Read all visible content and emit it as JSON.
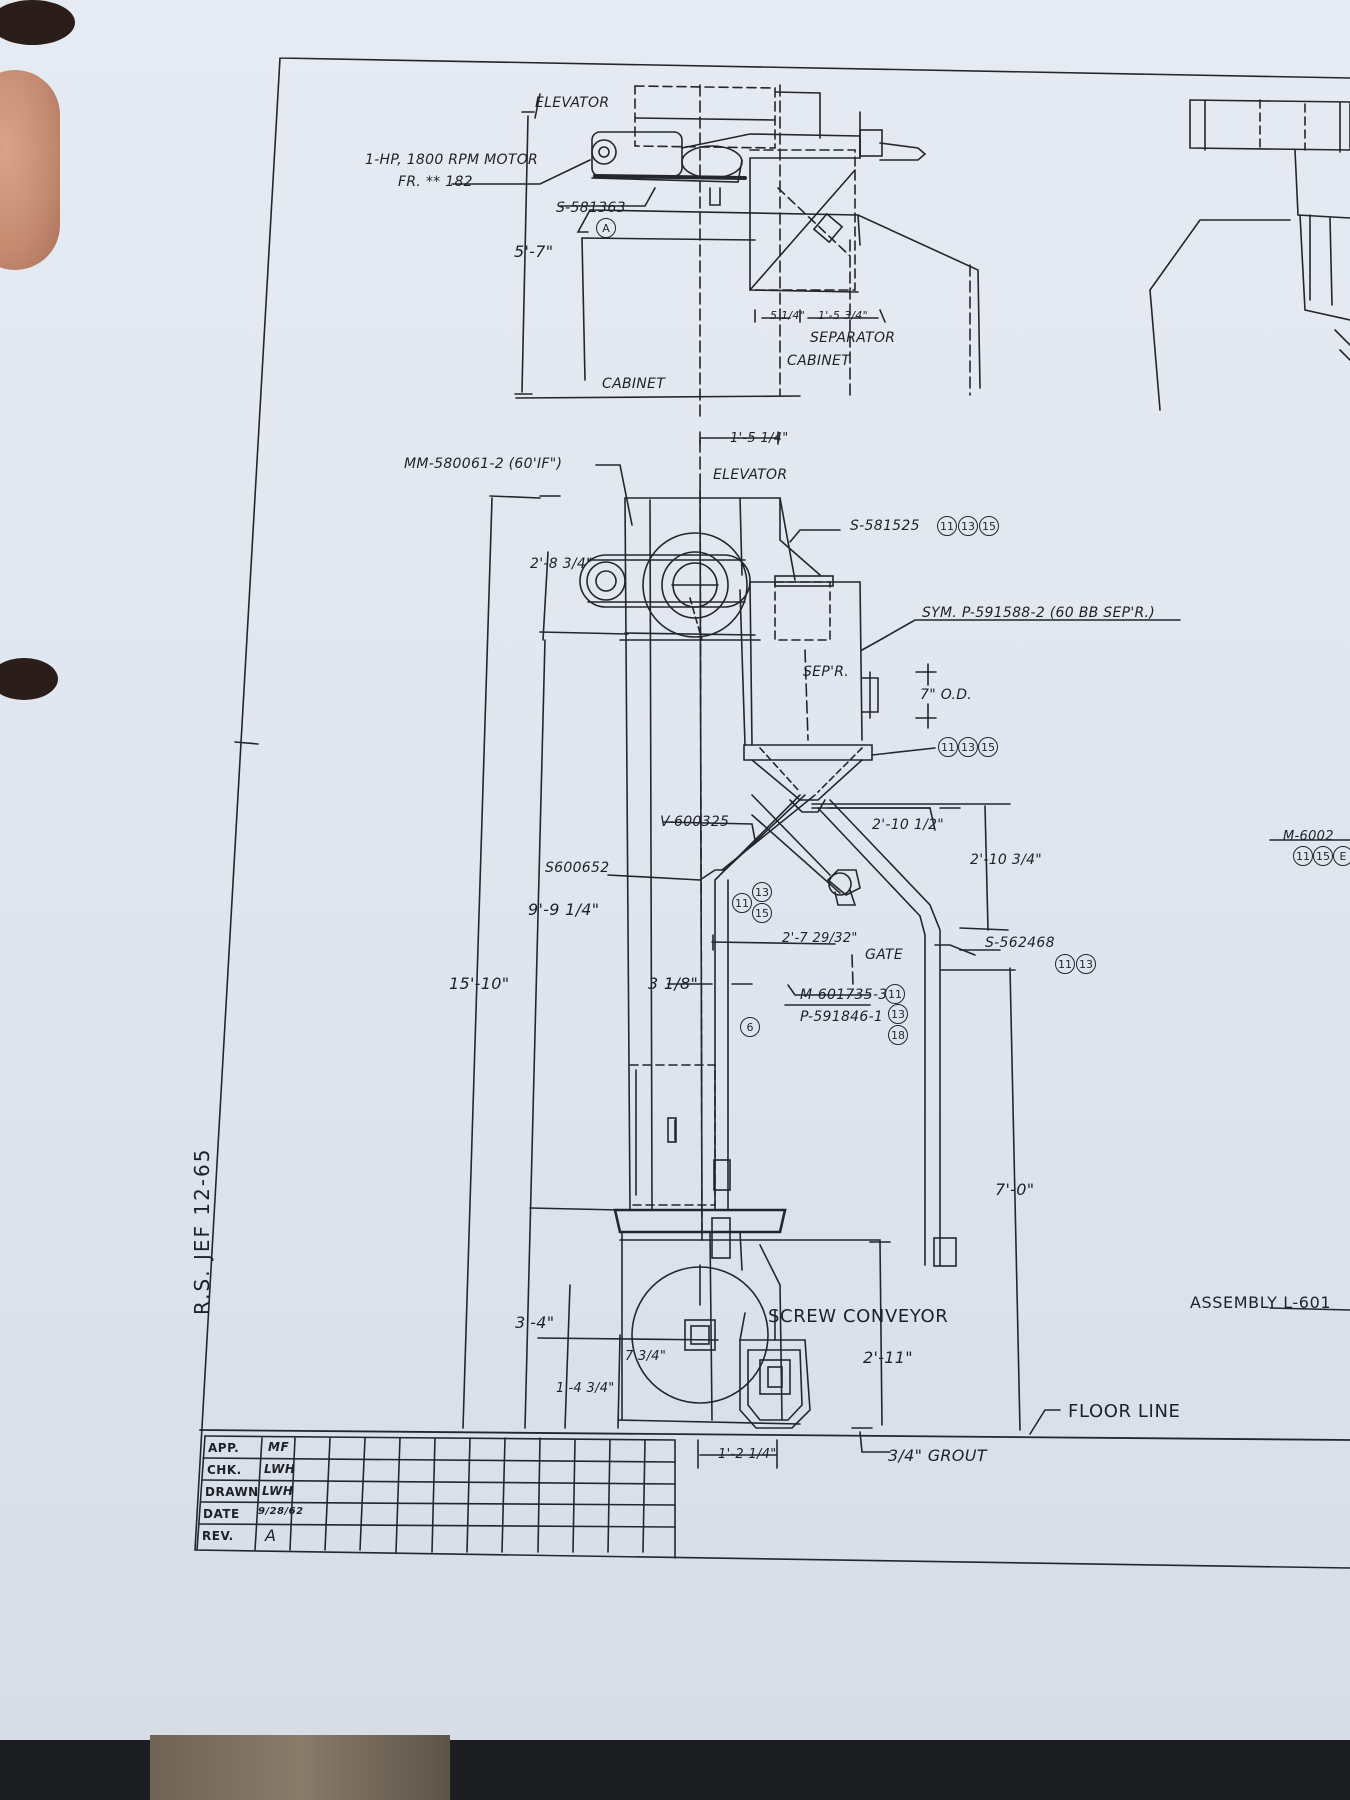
{
  "drawing": {
    "labels": {
      "elevator_top": "ELEVATOR",
      "motor_line1": "1-HP, 1800 RPM MOTOR",
      "motor_line2": "FR. ** 182",
      "s581363": "S-581363",
      "dim_5_7": "5'-7\"",
      "dim_5_1_4": "5 1/4\"",
      "dim_1_5_3_4": "1'-5 3/4\"",
      "separator": "SEPARATOR",
      "cabinet_right": "CABINET",
      "cabinet_left": "CABINET",
      "dim_1_5_1_4": "1'-5 1/4\"",
      "mm580061": "MM-580061-2 (60'IF\")",
      "elevator_mid": "ELEVATOR",
      "s581525": "S-581525",
      "dim_2_8_3_4": "2'-8 3/4\"",
      "sym_p591588": "SYM. P-591588-2 (60 BB SEP'R.)",
      "sep_r": "SEP'R.",
      "dim_7_od": "7\" O.D.",
      "v600325": "V-600325",
      "dim_2_10_1_2": "2'-10 1/2\"",
      "dim_2_10_3_4": "2'-10 3/4\"",
      "s600652": "S600652",
      "dim_9_9_1_4": "9'-9 1/4\"",
      "dim_2_7": "2'-7 29/32\"",
      "gate": "GATE",
      "s562468": "S-562468",
      "dim_15_10": "15'-10\"",
      "dim_3_1_8": "3 1/8\"",
      "m601735": "M-601735-3",
      "p591846": "P-591846-1",
      "dim_7_0": "7'-0\"",
      "dim_3_4": "3'-4\"",
      "screw_conveyor": "SCREW CONVEYOR",
      "dim_7_3_4": "7 3/4\"",
      "dim_2_11": "2'-11\"",
      "dim_1_4_3_4": "1'-4 3/4\"",
      "floor_line": "FLOOR LINE",
      "dim_1_2_1_4": "1'-2 1/4\"",
      "grout": "3/4\" GROUT",
      "assembly": "ASSEMBLY L-601",
      "m6002": "M-6002",
      "rs_jef": "R.S. JEF  12-65"
    },
    "circles": {
      "a": "A",
      "c11": "11",
      "c13": "13",
      "c15": "15",
      "c6": "6",
      "c18": "18",
      "ce": "E"
    },
    "title_block": {
      "rows": [
        {
          "label": "APP.",
          "value": "MF"
        },
        {
          "label": "CHK.",
          "value": "LWH"
        },
        {
          "label": "DRAWN",
          "value": "LWH"
        },
        {
          "label": "DATE",
          "value": "9/28/62"
        },
        {
          "label": "REV.",
          "value": "A"
        }
      ]
    }
  },
  "colors": {
    "paper": "#e3e8f0",
    "ink": "#23262d",
    "background": "#1c1d20"
  }
}
